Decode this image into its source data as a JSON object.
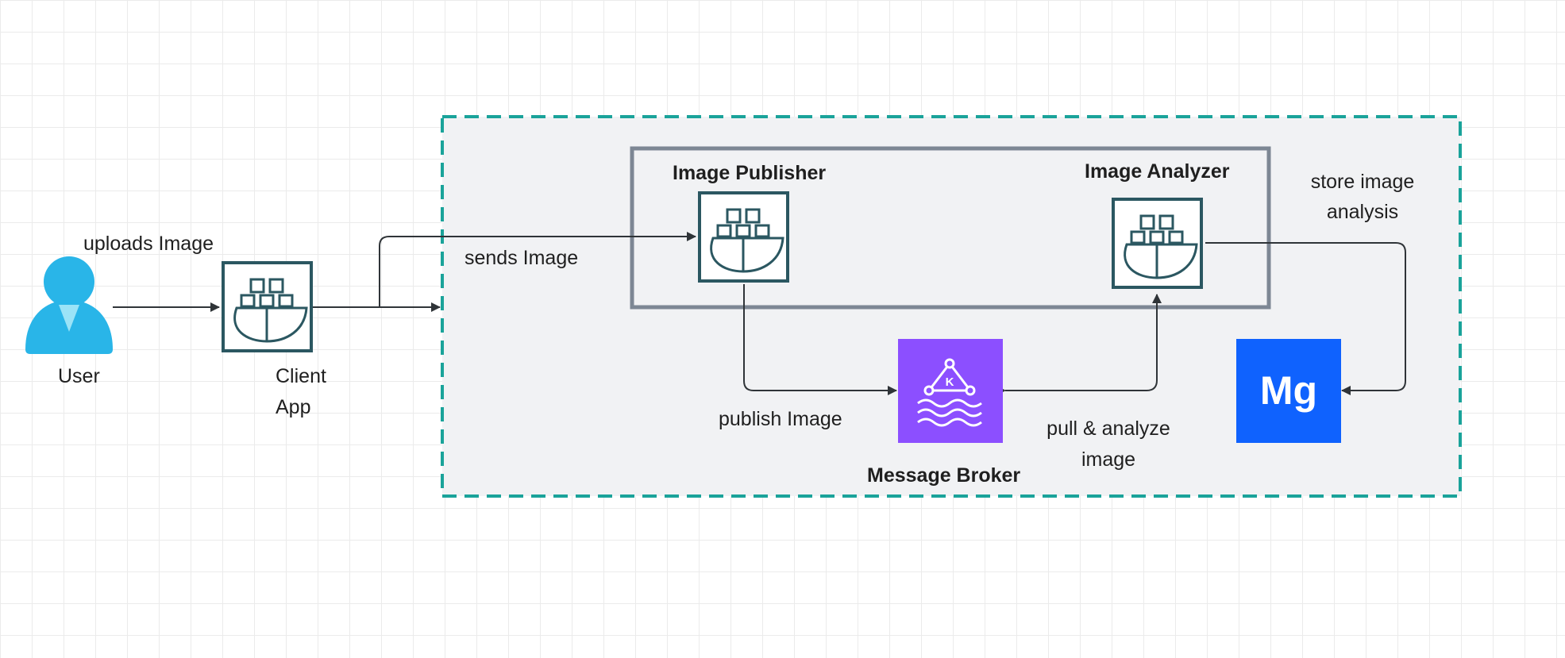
{
  "colors": {
    "docker": "#2b5761",
    "kafka": "#8c4fff",
    "mongo": "#0f62fe",
    "dashed_border": "#1aa39a",
    "group_border": "#7d8794",
    "group_fill": "#f1f2f4",
    "arrow": "#2f3438",
    "user_icon": "#29b5e8"
  },
  "nodes": {
    "user": {
      "label": "User",
      "icon": "user-icon"
    },
    "client_app": {
      "label_line1": "Client",
      "label_line2": "App",
      "icon": "docker-container-icon"
    },
    "image_publisher": {
      "label": "Image Publisher",
      "icon": "docker-container-icon"
    },
    "image_analyzer": {
      "label": "Image Analyzer",
      "icon": "docker-container-icon"
    },
    "message_broker": {
      "label": "Message Broker",
      "icon": "kafka-icon",
      "badge": "K"
    },
    "database": {
      "logo": "Mg",
      "icon": "mongodb-icon"
    }
  },
  "edges": {
    "uploads": "uploads Image",
    "sends": "sends Image",
    "publish": "publish Image",
    "pull_line1": "pull & analyze",
    "pull_line2": "image",
    "store_line1": "store image",
    "store_line2": "analysis"
  }
}
